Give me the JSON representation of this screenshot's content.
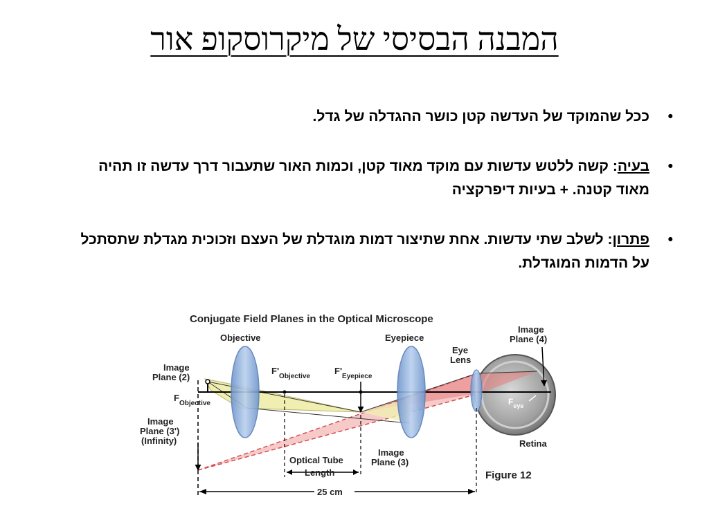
{
  "slide": {
    "title": "המבנה הבסיסי של מיקרוסקופ אור"
  },
  "bullets": [
    {
      "lead": "",
      "text": "ככל שהמוקד של העדשה קטן כושר ההגדלה של גדל."
    },
    {
      "lead": "בעיה",
      "text": ": קשה ללטש עדשות עם מוקד מאוד קטן, וכמות האור שתעבור דרך עדשה זו תהיה מאוד קטנה. + בעיות דיפרקציה"
    },
    {
      "lead": "פתרון",
      "text": ": לשלב שתי עדשות. אחת שתיצור דמות מוגדלת של העצם וזכוכית מגדלת שתסתכל על הדמות המוגדלת."
    }
  ],
  "figure": {
    "title": "Conjugate Field Planes in the Optical Microscope",
    "objective": "Objective",
    "eyepiece": "Eyepiece",
    "eye_lens_line1": "Eye",
    "eye_lens_line2": "Lens",
    "image_plane4_line1": "Image",
    "image_plane4_line2": "Plane (4)",
    "image_plane2_line1": "Image",
    "image_plane2_line2": "Plane (2)",
    "f_prime_obj": "F'",
    "f_prime_obj_sub": "Objective",
    "f_prime_eye": "F'",
    "f_prime_eye_sub": "Eyepiece",
    "f_obj": "F",
    "f_obj_sub": "Objective",
    "image_plane3inf_line1": "Image",
    "image_plane3inf_line2": "Plane (3')",
    "image_plane3inf_line3": "(Infinity)",
    "f_eye": "F",
    "f_eye_sub": "eye",
    "retina": "Retina",
    "optical_tube_line1": "Optical Tube",
    "optical_tube_line2": "Length",
    "image_plane3_line1": "Image",
    "image_plane3_line2": "Plane (3)",
    "figure_label": "Figure 12",
    "distance": "25 cm"
  },
  "colors": {
    "lens_blue": "#8fb0dc",
    "yellow_ray": "#f0eeb0",
    "red_ray": "#e87c7c",
    "eye_gray": "#9a9a9a"
  }
}
